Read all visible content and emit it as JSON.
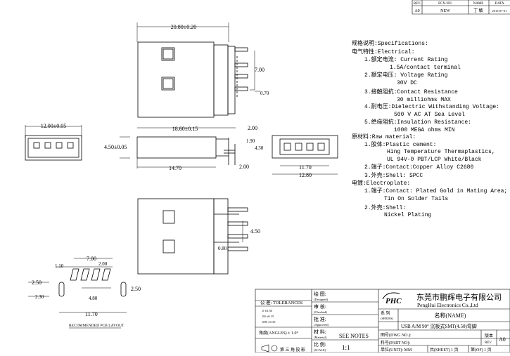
{
  "revision_table": {
    "headers": [
      "REV.",
      "ECN.NO.",
      "NAME",
      "DATA"
    ],
    "row": [
      "A0",
      "NEW",
      "丁 敏",
      "2013-07-01"
    ]
  },
  "dims": {
    "top_width": "20.80±0.20",
    "top_height": "7.00",
    "top_step": "0.70",
    "front_width": "12.00±0.05",
    "side_length": "18.60±0.15",
    "side_height": "4.50±0.05",
    "side_top": "2.00",
    "side_tab_a": "1.90",
    "side_tab_b": "4.30",
    "side_bottom": "14.70",
    "side_bottom_b": "2.00",
    "rear_w1": "11.70",
    "rear_w2": "12.80",
    "bottom_h": "4.50",
    "bottom_small": "0.80",
    "pcb_top": "7.00",
    "pcb_a": "1.10",
    "pcb_b": "2.00",
    "pcb_left": "2.50",
    "pcb_left2": "2.30",
    "pcb_mid": "4.80",
    "pcb_right": "2.50",
    "pcb_width": "11.70",
    "pcb_label": "RECOMMENDED PCB LAYOUT"
  },
  "spec": {
    "title": "规格说明:Specifications:",
    "electrical": "电气特性:Electrical:",
    "e1": "1.额定电流: Current Rating",
    "e1v": "1.5A/contact terminal",
    "e2": "2.额定电压: Voltage Rating",
    "e2v": "30V DC",
    "e3": "3.接触阻抗:Contact Resistance",
    "e3v": "30 milliohms MAX",
    "e4": "4.耐电压:Dielectric Withstanding Voltage:",
    "e4v": "500 V AC AT Sea Level",
    "e5": "5.绝缘阻抗:Insulation Resistance:",
    "e5v": "1000 MEGA ohms MIN",
    "raw": "原材料:Raw material:",
    "r1": "1.胶体:Plastic cement:",
    "r1v1": "Hing Temperature  Thermaplastics,",
    "r1v2": "UL 94V-0  PBT/LCP White/Black",
    "r2": "2.端子:Contact:Copper Alloy C2680",
    "r3": "3.外壳:Shell: SPCC",
    "plate": "电镀:Electroplate:",
    "p1": "1.端子:Contact: Plated Gold in Mating Area;",
    "p1v": "Tin On Solder Tails",
    "p2": "2.外壳:Shell:",
    "p2v": "Nickel Plating"
  },
  "title_block": {
    "tol_header": "公 差: TOLERANCES",
    "tol_rows": [
      ".0 ±0.30",
      ".00 ±0.15",
      ".000 ±0.10"
    ],
    "angles": "角度(ANGLES) ± 1.0°",
    "projection": "第 三 角 投 影",
    "drawn": "绘 图:",
    "drawn_en": "(Designed)",
    "checked": "审 核:",
    "checked_en": "(Checked)",
    "approved": "批 准:",
    "approved_en": "(Approved)",
    "material": "材 料:",
    "material_en": "(Material)",
    "material_val": "SEE NOTES",
    "scale": "比 例:",
    "scale_en": "(SCALE)",
    "scale_val": "1:1",
    "logo": "PHC",
    "company_cn": "东莞市鹏辉电子有限公司",
    "company_en": "PengHui Electronics Co.,Ltd",
    "name_label": "名称(NAME)",
    "series_label": "系 列",
    "series_en": "(SERIES)",
    "product": "USB A/M 90° 沉板式SMT(4.50)弯脚",
    "dwg_label": "图号(DWG NO.):",
    "part_label": "料号(PART NO):",
    "unit_label": "单位(UNIT):  MM",
    "sheet_label": "共(SHEET) 1 页",
    "page_label": "第(OF) 1 页",
    "rev_label": "版本",
    "rev_en": "REV",
    "rev_val": "A0"
  }
}
